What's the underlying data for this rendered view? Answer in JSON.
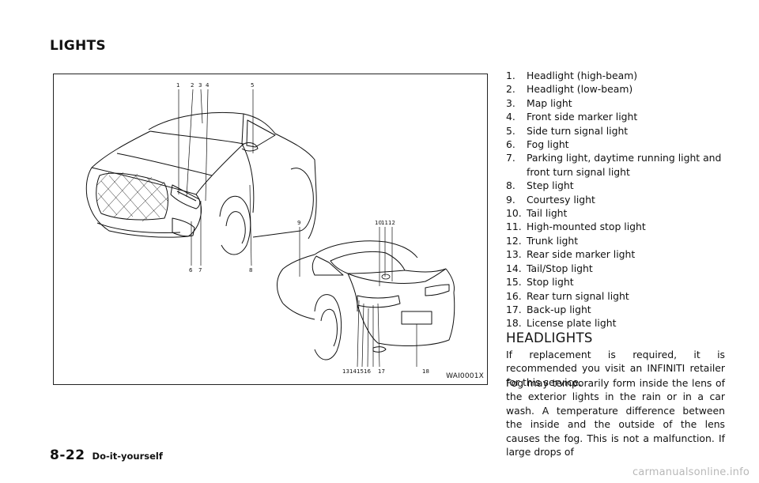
{
  "section_title": "LIGHTS",
  "figure": {
    "code": "WAI0001X",
    "callouts": [
      "1",
      "2",
      "3",
      "4",
      "5",
      "6",
      "7",
      "8",
      "9",
      "10",
      "11",
      "12",
      "13",
      "14",
      "15",
      "16",
      "17",
      "18"
    ]
  },
  "legend": [
    {
      "num": "1.",
      "text": "Headlight (high-beam)"
    },
    {
      "num": "2.",
      "text": "Headlight (low-beam)"
    },
    {
      "num": "3.",
      "text": "Map light"
    },
    {
      "num": "4.",
      "text": "Front side marker light"
    },
    {
      "num": "5.",
      "text": "Side turn signal light"
    },
    {
      "num": "6.",
      "text": "Fog light"
    },
    {
      "num": "7.",
      "text": "Parking light, daytime running light and front turn signal light"
    },
    {
      "num": "8.",
      "text": "Step light"
    },
    {
      "num": "9.",
      "text": "Courtesy light"
    },
    {
      "num": "10.",
      "text": "Tail light"
    },
    {
      "num": "11.",
      "text": "High-mounted stop light"
    },
    {
      "num": "12.",
      "text": "Trunk light"
    },
    {
      "num": "13.",
      "text": "Rear side marker light"
    },
    {
      "num": "14.",
      "text": "Tail/Stop light"
    },
    {
      "num": "15.",
      "text": "Stop light"
    },
    {
      "num": "16.",
      "text": "Rear turn signal light"
    },
    {
      "num": "17.",
      "text": "Back-up light"
    },
    {
      "num": "18.",
      "text": "License plate light"
    }
  ],
  "headlights": {
    "heading": "HEADLIGHTS",
    "para1": "If replacement is required, it is recommended you visit an INFINITI retailer for this service.",
    "para2": "Fog may temporarily form inside the lens of the exterior lights in the rain or in a car wash. A temperature difference between the inside and the outside of the lens causes the fog. This is not a malfunction. If large drops of"
  },
  "footer": {
    "page_number": "8-22",
    "chapter": "Do-it-yourself"
  },
  "watermark": "carmanualsonline.info"
}
